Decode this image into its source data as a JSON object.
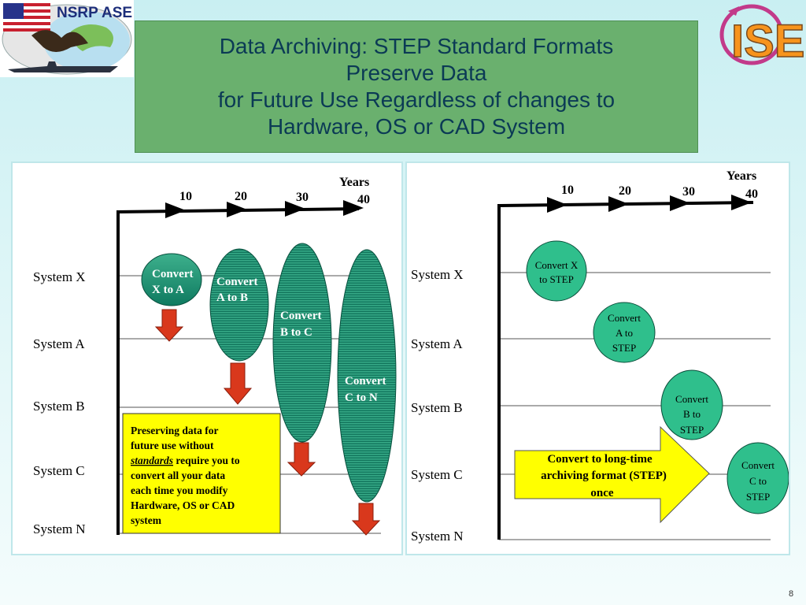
{
  "slide": {
    "title": "Data Archiving: STEP Standard Formats\nPreserve Data\nfor Future Use Regardless of changes to\nHardware, OS or CAD System",
    "page_number": "8"
  },
  "logos": {
    "left_text": "NSRP ASE",
    "right_text": "ISE"
  },
  "left_diagram": {
    "axis_title": "Years",
    "ticks": [
      "10",
      "20",
      "30",
      "40"
    ],
    "systems": [
      "System X",
      "System A",
      "System B",
      "System C",
      "System N"
    ],
    "conversions": [
      {
        "line1": "Convert",
        "line2": "X to A"
      },
      {
        "line1": "Convert",
        "line2": "A to B"
      },
      {
        "line1": "Convert",
        "line2": "B to C"
      },
      {
        "line1": "Convert",
        "line2": "C to N"
      }
    ],
    "note": {
      "line1": "Preserving data for",
      "line2": "future use without",
      "line3_em": "standards",
      "line3_rest": " require you to",
      "line4": "convert all your data",
      "line5": "each time you modify",
      "line6": "Hardware, OS or  CAD",
      "line7": "system"
    }
  },
  "right_diagram": {
    "axis_title": "Years",
    "ticks": [
      "10",
      "20",
      "30",
      "40"
    ],
    "systems": [
      "System X",
      "System A",
      "System B",
      "System C",
      "System N"
    ],
    "conversions": [
      {
        "lines": [
          "Convert X",
          "to STEP"
        ]
      },
      {
        "lines": [
          "Convert",
          "A to",
          "STEP"
        ]
      },
      {
        "lines": [
          "Convert",
          "B to",
          "STEP"
        ]
      },
      {
        "lines": [
          "Convert",
          "C to",
          "STEP"
        ]
      }
    ],
    "callout": {
      "line1": "Convert to long-time",
      "line2": "archiving format (STEP)",
      "line3": "once"
    }
  },
  "colors": {
    "title_bg": "#6ab06e",
    "title_text": "#0b3a55",
    "ellipse_fill": "#1f9a78",
    "circle_fill": "#2fbf8c",
    "down_arrow": "#d9381c",
    "note_bg": "#ffff00"
  }
}
